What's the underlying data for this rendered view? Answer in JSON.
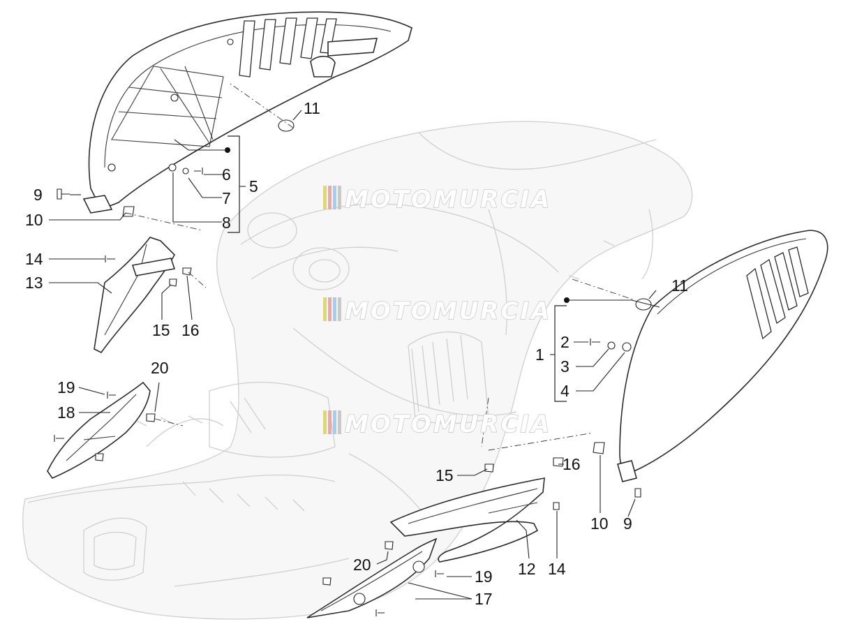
{
  "watermark": {
    "text": "MOTOMURCIA",
    "stripe_colors": [
      "#d9d97a",
      "#e8a9a9",
      "#a9cde8",
      "#c9c9c9"
    ]
  },
  "callouts": [
    {
      "id": "c-11-top",
      "text": "11"
    },
    {
      "id": "c-6",
      "text": "6"
    },
    {
      "id": "c-5",
      "text": "5"
    },
    {
      "id": "c-7",
      "text": "7"
    },
    {
      "id": "c-9-left",
      "text": "9"
    },
    {
      "id": "c-10-left",
      "text": "10"
    },
    {
      "id": "c-8",
      "text": "8"
    },
    {
      "id": "c-14-left",
      "text": "14"
    },
    {
      "id": "c-13",
      "text": "13"
    },
    {
      "id": "c-15-left",
      "text": "15"
    },
    {
      "id": "c-16-left",
      "text": "16"
    },
    {
      "id": "c-20-left",
      "text": "20"
    },
    {
      "id": "c-19-left",
      "text": "19"
    },
    {
      "id": "c-18",
      "text": "18"
    },
    {
      "id": "c-11-right",
      "text": "11"
    },
    {
      "id": "c-1",
      "text": "1"
    },
    {
      "id": "c-2",
      "text": "2"
    },
    {
      "id": "c-3",
      "text": "3"
    },
    {
      "id": "c-4",
      "text": "4"
    },
    {
      "id": "c-15-mid",
      "text": "15"
    },
    {
      "id": "c-16-mid",
      "text": "16"
    },
    {
      "id": "c-10-right",
      "text": "10"
    },
    {
      "id": "c-9-right",
      "text": "9"
    },
    {
      "id": "c-12",
      "text": "12"
    },
    {
      "id": "c-14-right",
      "text": "14"
    },
    {
      "id": "c-20-bottom",
      "text": "20"
    },
    {
      "id": "c-19-bottom",
      "text": "19"
    },
    {
      "id": "c-17",
      "text": "17"
    }
  ]
}
